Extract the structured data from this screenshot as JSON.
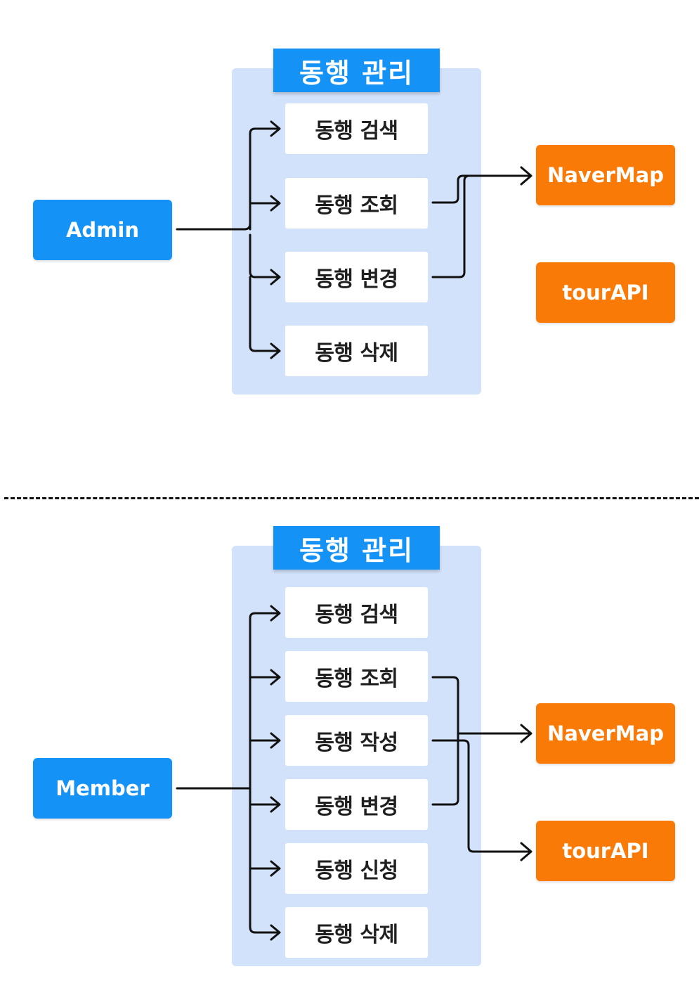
{
  "admin_section": {
    "actor": "Admin",
    "title": "동행 관리",
    "items": [
      "동행 검색",
      "동행 조회",
      "동행 변경",
      "동행 삭제"
    ],
    "externals": [
      "NaverMap",
      "tourAPI"
    ]
  },
  "member_section": {
    "actor": "Member",
    "title": "동행 관리",
    "items": [
      "동행 검색",
      "동행 조회",
      "동행 작성",
      "동행 변경",
      "동행 신청",
      "동행 삭제"
    ],
    "externals": [
      "NaverMap",
      "tourAPI"
    ]
  },
  "colors": {
    "actor": "#1592f5",
    "external": "#fa7a08",
    "panel": "#d3e2fb",
    "item": "#ffffff",
    "line": "#111111"
  }
}
